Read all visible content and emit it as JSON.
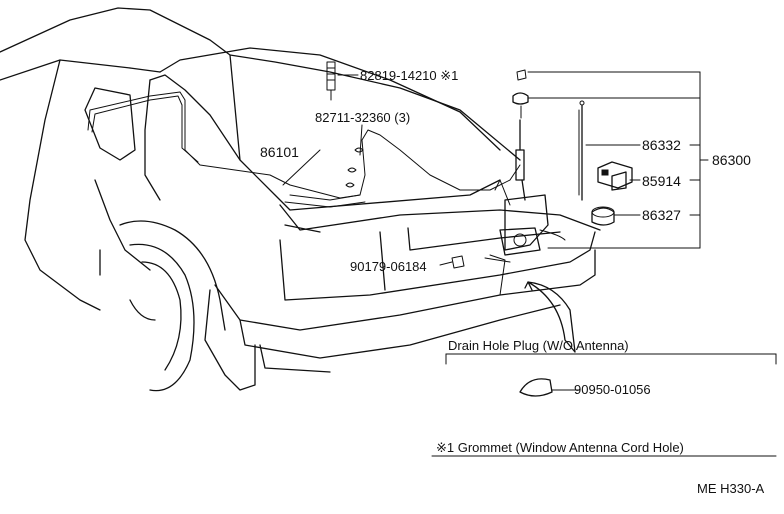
{
  "labels": {
    "p82819": "82819-14210 ※1",
    "p82711": "82711-32360 (3)",
    "p86101": "86101",
    "p86332": "86332",
    "p85914": "85914",
    "p86327": "86327",
    "p86300": "86300",
    "p90179": "90179-06184",
    "drain_title": "Drain Hole Plug (W/O Antenna)",
    "p90950": "90950-01056",
    "note": "※1 Grommet (Window Antenna Cord Hole)",
    "code": "ME  H330-A"
  },
  "icons": [
    "car-rear-outline",
    "window-antenna-cord",
    "power-antenna-mast",
    "antenna-motor-unit",
    "relay-icon",
    "cap-icon",
    "grommet-icon",
    "drain-plug-icon",
    "arrow-up-icon"
  ]
}
